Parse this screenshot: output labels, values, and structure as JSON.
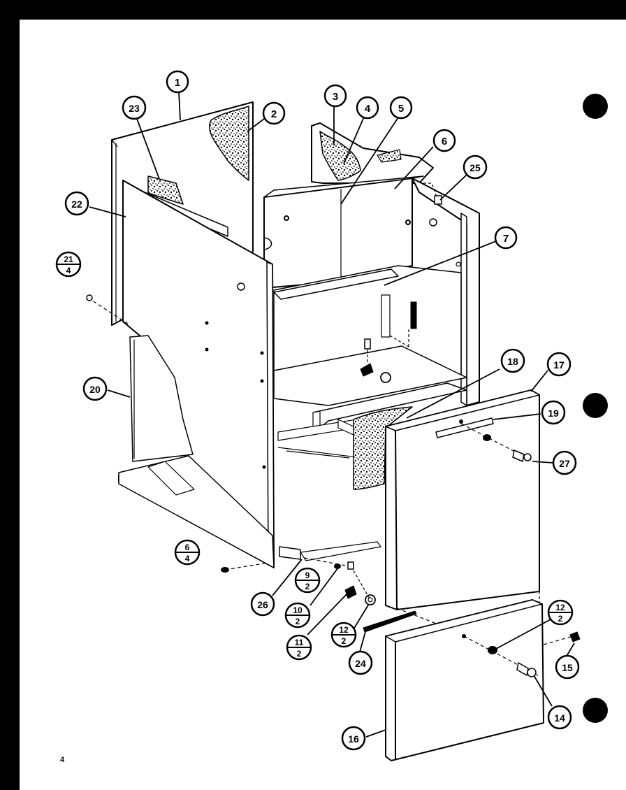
{
  "page": {
    "number": "4"
  },
  "callouts": [
    {
      "id": "c1",
      "label": "1"
    },
    {
      "id": "c2",
      "label": "2"
    },
    {
      "id": "c3",
      "label": "3"
    },
    {
      "id": "c4",
      "label": "4"
    },
    {
      "id": "c5",
      "label": "5"
    },
    {
      "id": "c6",
      "label": "6"
    },
    {
      "id": "c7",
      "label": "7"
    },
    {
      "id": "c14",
      "label": "14"
    },
    {
      "id": "c15",
      "label": "15"
    },
    {
      "id": "c16",
      "label": "16"
    },
    {
      "id": "c17",
      "label": "17"
    },
    {
      "id": "c18",
      "label": "18"
    },
    {
      "id": "c19",
      "label": "19"
    },
    {
      "id": "c20",
      "label": "20"
    },
    {
      "id": "c22",
      "label": "22"
    },
    {
      "id": "c23",
      "label": "23"
    },
    {
      "id": "c24",
      "label": "24"
    },
    {
      "id": "c25",
      "label": "25"
    },
    {
      "id": "c26",
      "label": "26"
    },
    {
      "id": "c27",
      "label": "27"
    }
  ],
  "fraction_callouts": [
    {
      "id": "f21",
      "top": "21",
      "bottom": "4"
    },
    {
      "id": "f6",
      "top": "6",
      "bottom": "4"
    },
    {
      "id": "f9",
      "top": "9",
      "bottom": "2"
    },
    {
      "id": "f10",
      "top": "10",
      "bottom": "2"
    },
    {
      "id": "f11",
      "top": "11",
      "bottom": "2"
    },
    {
      "id": "f12a",
      "top": "12",
      "bottom": "2"
    },
    {
      "id": "f12b",
      "top": "12",
      "bottom": "2"
    }
  ]
}
